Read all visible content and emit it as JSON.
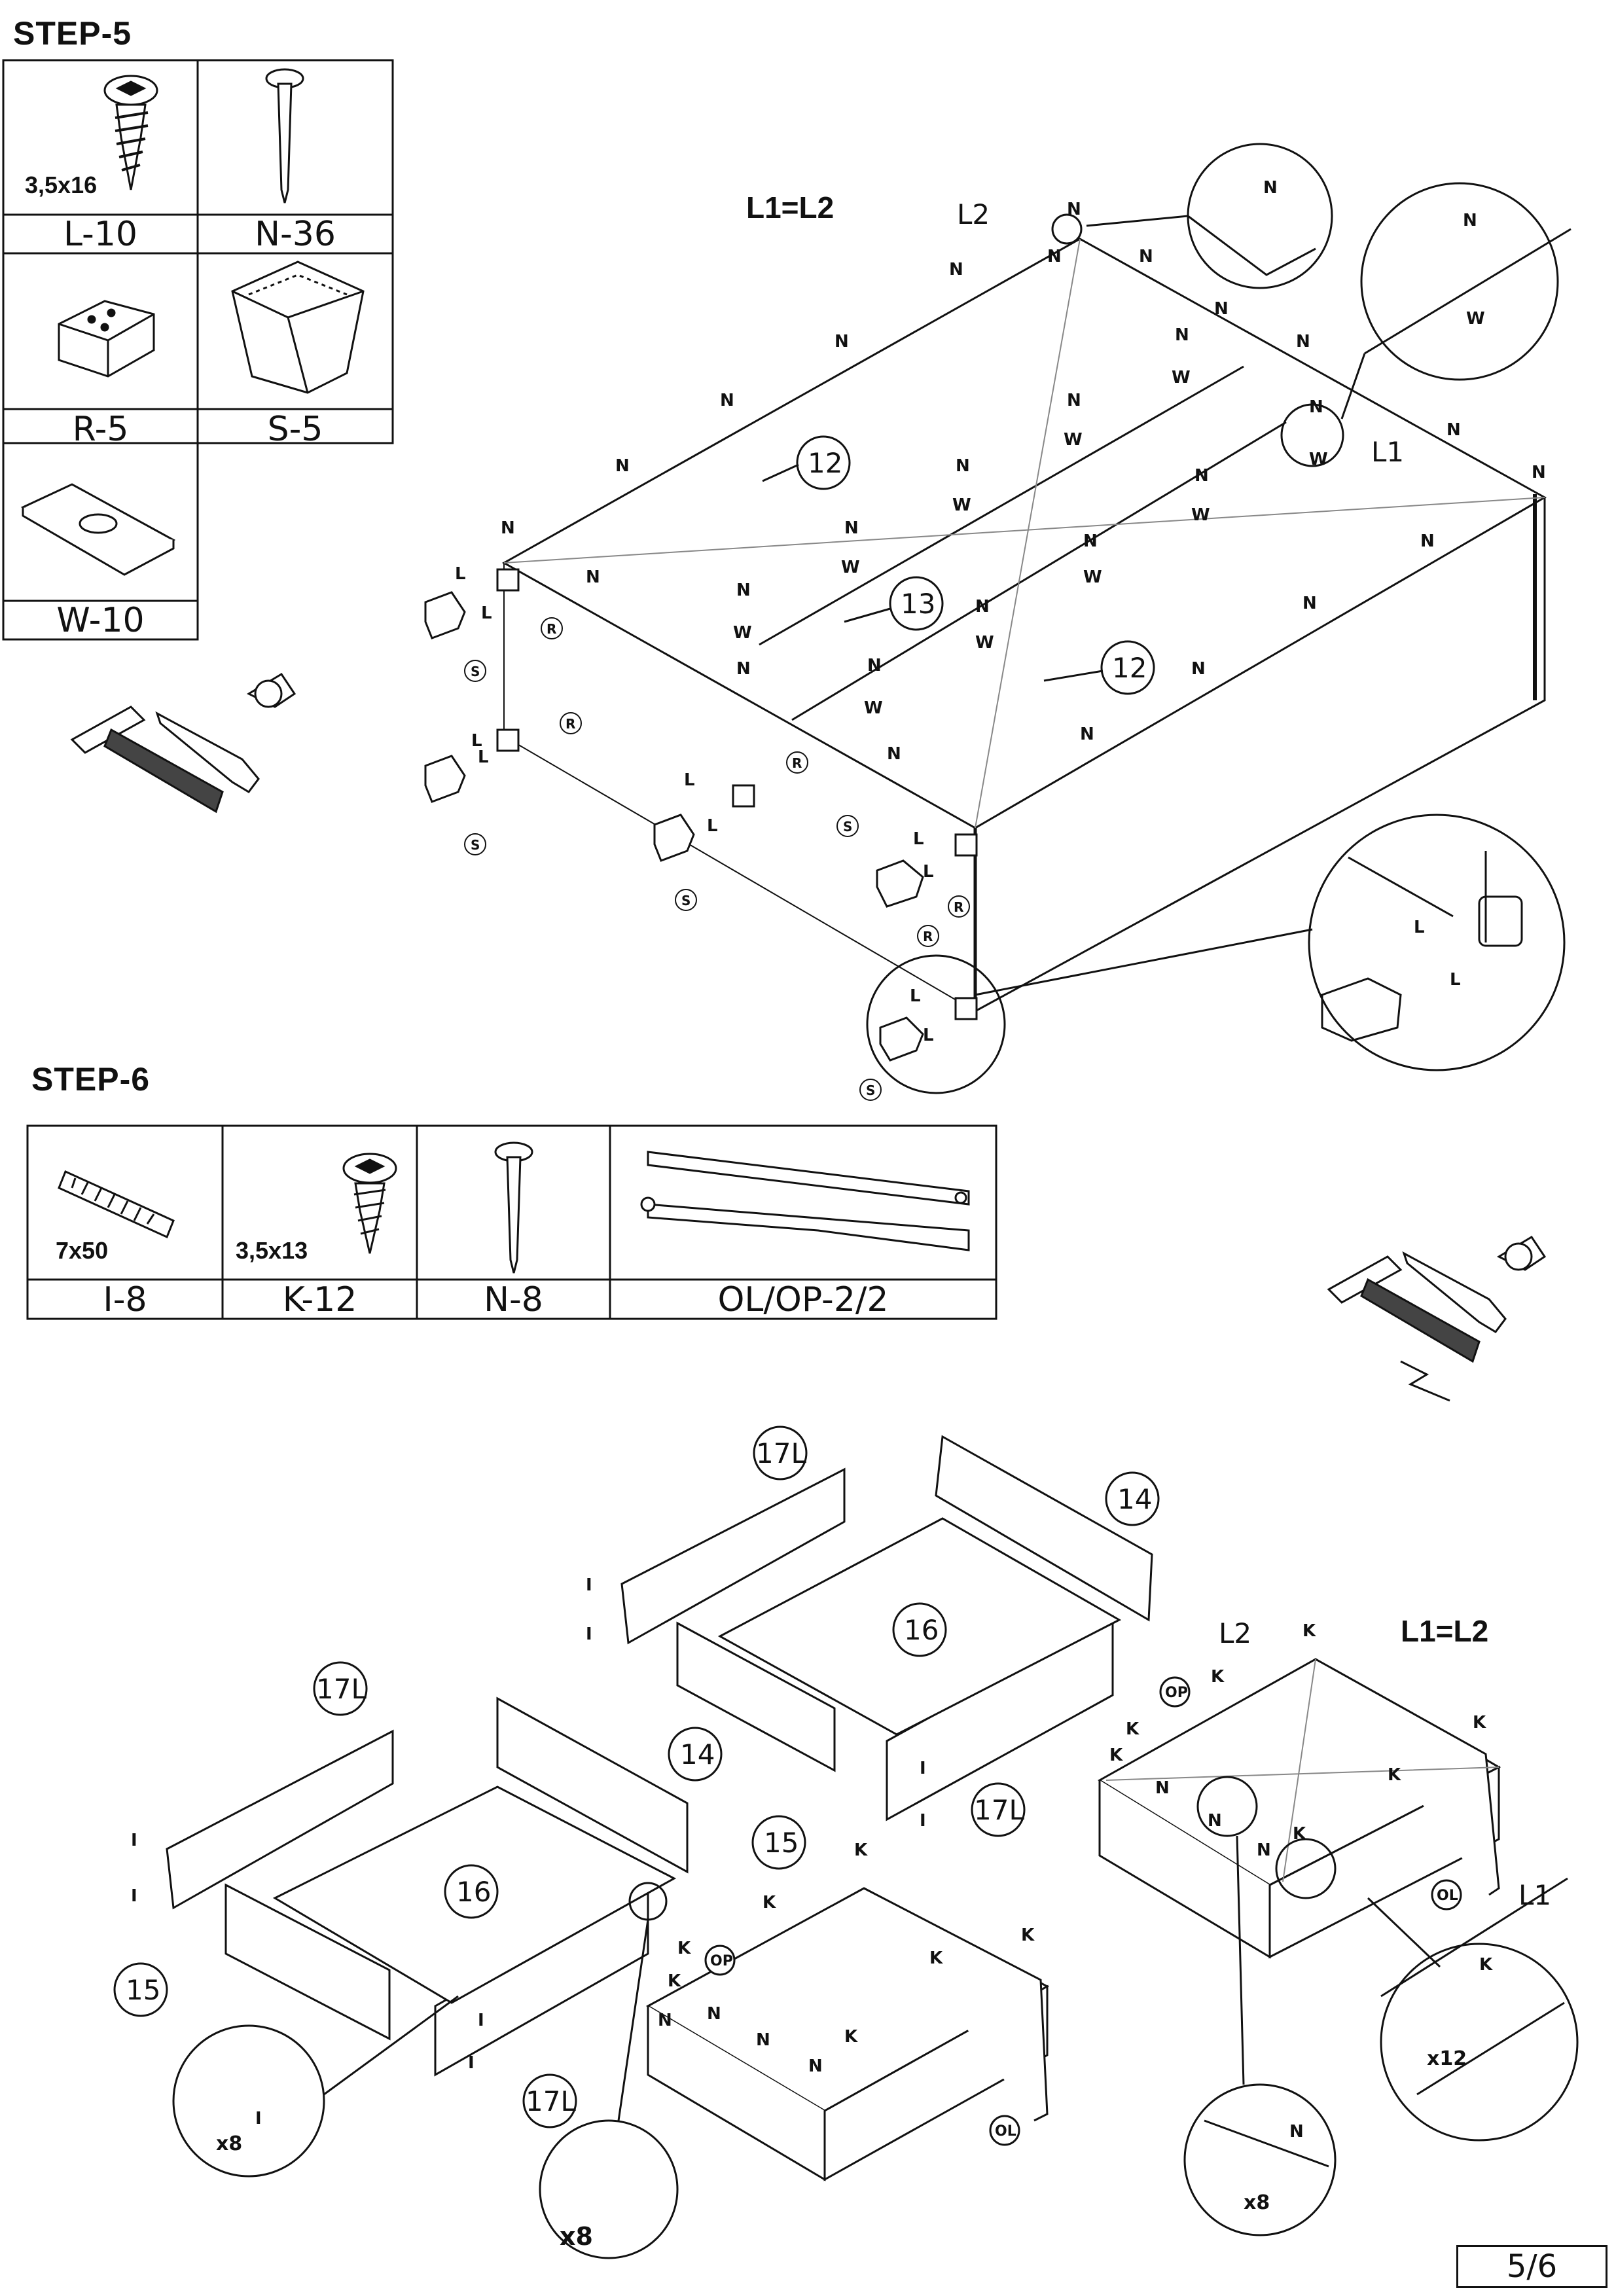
{
  "step5": {
    "title": "STEP-5",
    "equation": "L1=L2",
    "parts": [
      {
        "code": "L-10",
        "size": "3,5x16",
        "icon": "screw-icon"
      },
      {
        "code": "N-36",
        "size": "",
        "icon": "nail-icon"
      },
      {
        "code": "R-5",
        "size": "",
        "icon": "corner-block-icon"
      },
      {
        "code": "S-5",
        "size": "",
        "icon": "foot-icon"
      },
      {
        "code": "W-10",
        "size": "",
        "icon": "plate-icon"
      }
    ],
    "callouts": {
      "panel_a": "12",
      "panel_b": "13",
      "panel_c": "12",
      "diag_a": "L2",
      "diag_b": "L1"
    },
    "marks": {
      "nail": "N",
      "plate": "W",
      "screw": "L",
      "block": "R",
      "foot": "S"
    }
  },
  "step6": {
    "title": "STEP-6",
    "equation": "L1=L2",
    "parts": [
      {
        "code": "I-8",
        "size": "7x50",
        "icon": "dowel-icon"
      },
      {
        "code": "K-12",
        "size": "3,5x13",
        "icon": "screw-icon"
      },
      {
        "code": "N-8",
        "size": "",
        "icon": "nail-icon"
      },
      {
        "code": "OL/OP-2/2",
        "size": "",
        "icon": "runner-icon"
      }
    ],
    "callouts": {
      "side_left": "17L",
      "back": "14",
      "bottom": "16",
      "front": "15",
      "diag_a": "L2",
      "diag_b": "L1",
      "runner_left": "OL",
      "runner_right": "OP"
    },
    "marks": {
      "dowel": "I",
      "screw": "K",
      "nail": "N"
    },
    "counts": {
      "dowels": "x8",
      "screws": "x12",
      "nails": "x8"
    }
  },
  "page": "5/6"
}
